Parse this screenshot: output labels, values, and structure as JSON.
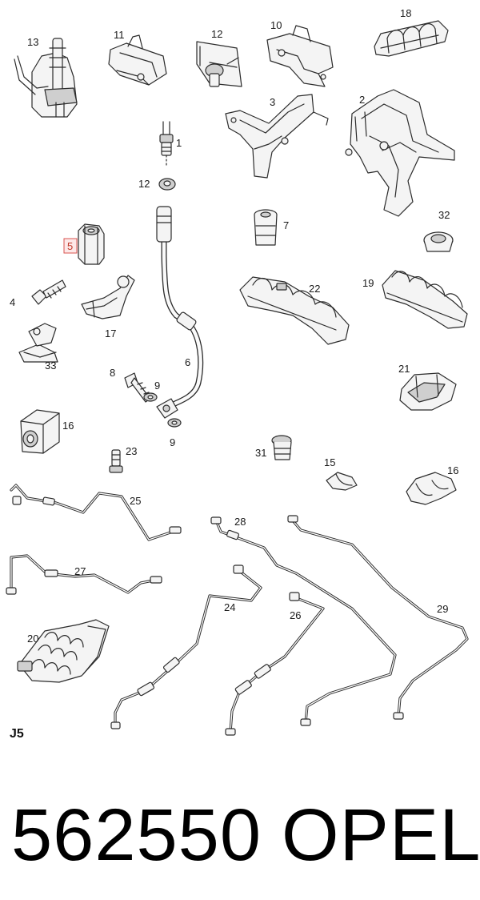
{
  "diagram": {
    "section_code": "J5",
    "highlighted_callout": "5",
    "callouts": [
      "1",
      "2",
      "3",
      "4",
      "5",
      "6",
      "7",
      "8",
      "9",
      "9",
      "10",
      "11",
      "12",
      "13",
      "14",
      "15",
      "16",
      "17",
      "18",
      "19",
      "20",
      "21",
      "22",
      "23",
      "24",
      "25",
      "26",
      "27",
      "28",
      "29",
      "30",
      "31",
      "32",
      "33"
    ]
  },
  "footer": {
    "part_number": "562550",
    "brand": "OPEL"
  }
}
